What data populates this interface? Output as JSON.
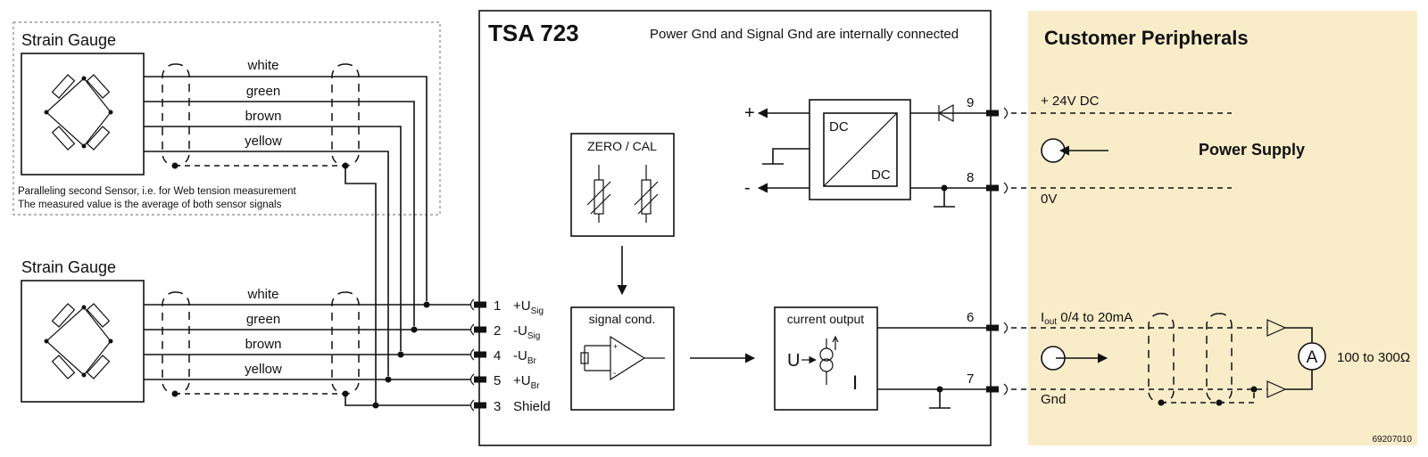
{
  "device": {
    "title": "TSA 723",
    "note": "Power Gnd and Signal Gnd are internally connected"
  },
  "customer": {
    "title": "Customer Peripherals",
    "power_supply_label": "Power Supply",
    "plus_24v_label": "+ 24V DC",
    "zero_v_label": "0V",
    "iout_main": "I",
    "iout_sub": "out",
    "iout_rest": " 0/4 to 20mA",
    "gnd_label": "Gnd",
    "ammeter_symbol": "A",
    "load_label": "100 to 300Ω"
  },
  "sensor_top": {
    "title": "Strain Gauge",
    "wires": [
      "white",
      "green",
      "brown",
      "yellow"
    ],
    "note_line1": "Paralleling second Sensor, i.e. for Web tension measurement",
    "note_line2": "The measured value is the average of both sensor signals"
  },
  "sensor_bottom": {
    "title": "Strain Gauge",
    "wires": [
      "white",
      "green",
      "brown",
      "yellow"
    ]
  },
  "terminals_left": [
    {
      "num": "1",
      "sign": "+U",
      "sub": "Sig"
    },
    {
      "num": "2",
      "sign": "-U",
      "sub": "Sig"
    },
    {
      "num": "4",
      "sign": "-U",
      "sub": "Br"
    },
    {
      "num": "5",
      "sign": "+U",
      "sub": "Br"
    },
    {
      "num": "3",
      "sign": "Shield",
      "sub": ""
    }
  ],
  "terminals_right": [
    "9",
    "8",
    "6",
    "7"
  ],
  "blocks": {
    "zero_cal": "ZERO / CAL",
    "signal_cond": "signal cond.",
    "current_output": "current output",
    "dc_top": "DC",
    "dc_bottom": "DC",
    "current_u": "U",
    "current_i": "I",
    "plus_sign": "+",
    "minus_sign": "-",
    "opamp_plus": "+",
    "opamp_minus": "-"
  },
  "figure_id": "69207010"
}
